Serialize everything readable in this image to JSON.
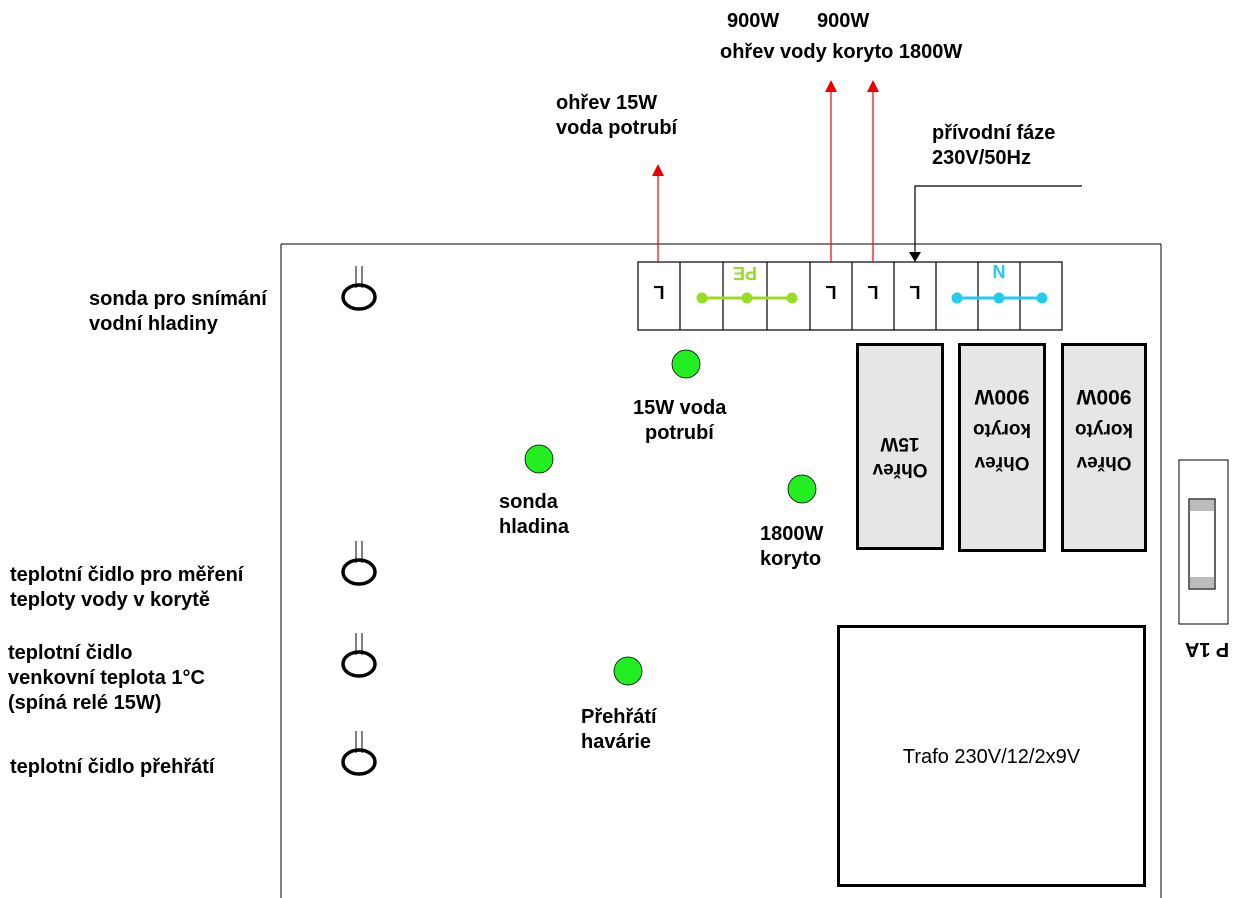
{
  "top_labels": {
    "w900_left": "900W",
    "w900_right": "900W",
    "trough_line": "ohřev vody koryto 1800W",
    "pipe_line1": "ohřev 15W",
    "pipe_line2": "voda potrubí",
    "phase_line1": "přívodní fáze",
    "phase_line2": "230V/50Hz"
  },
  "terminal_block": {
    "live_mark": "L",
    "pe_label": "PE",
    "n_label": "N",
    "pe_color": "#99dd22",
    "n_color": "#22ccee"
  },
  "sensors": {
    "level_line1": "sonda pro snímání",
    "level_line2": "vodní hladiny",
    "water_temp_line1": "teplotní čidlo pro měření",
    "water_temp_line2": "teploty vody v korytě",
    "outdoor_line1": "teplotní čidlo",
    "outdoor_line2": "venkovní teplota 1°C",
    "outdoor_line3": "(spíná relé 15W)",
    "overheat": "teplotní čidlo přehřátí"
  },
  "leds": {
    "pipe_line1": "15W voda",
    "pipe_line2": "potrubí",
    "level_line1": "sonda",
    "level_line2": "hladina",
    "trough_line1": "1800W",
    "trough_line2": "koryto",
    "overheat_line1": "Přehřátí",
    "overheat_line2": "havárie",
    "color": "#22ee22"
  },
  "relays": {
    "r1_line1": "Ohřev",
    "r1_line2": "15W",
    "r2_line1": "Ohřev",
    "r2_line2": "koryto",
    "r2_line3": "900W",
    "r3_line1": "Ohřev",
    "r3_line2": "koryto",
    "r3_line3": "900W"
  },
  "fuse_label": "P 1A",
  "transformer_label": "Trafo 230V/12/2x9V",
  "arrow_color": "#ee0000"
}
